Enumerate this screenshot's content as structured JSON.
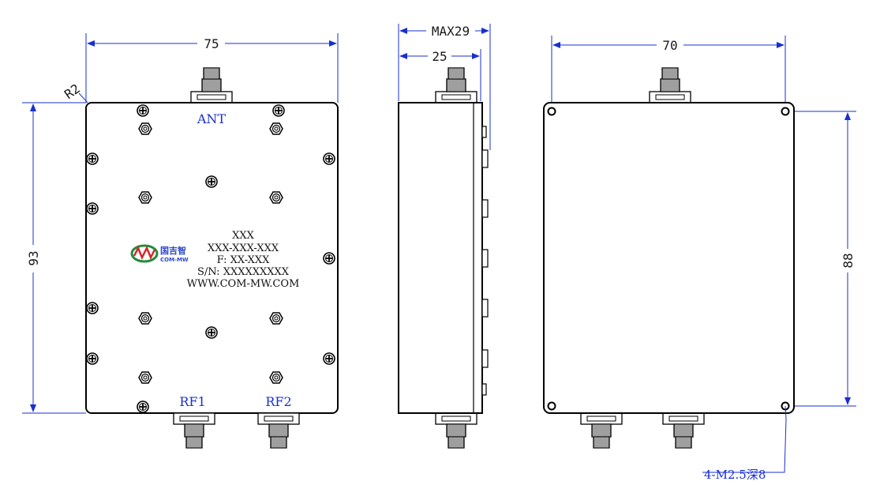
{
  "front_view": {
    "dims": {
      "width": "75",
      "height": "93",
      "corner_radius": "R2"
    },
    "ports": {
      "top": "ANT",
      "bottom_left": "RF1",
      "bottom_right": "RF2"
    },
    "label_block": {
      "line1": "XXX",
      "line2": "XXX-XXX-XXX",
      "line3": "F: XX-XXX",
      "line4": "S/N: XXXXXXXXX",
      "line5": "WWW.COM-MW.COM"
    },
    "logo": {
      "cn_text": "国吉智",
      "en_text": "COM-MW",
      "mark": "MW"
    }
  },
  "side_view": {
    "dims": {
      "max_depth": "MAX29",
      "body_depth": "25"
    }
  },
  "back_view": {
    "dims": {
      "width": "70",
      "height": "88"
    },
    "note": "4-M2.5深8"
  },
  "colors": {
    "outline": "#000000",
    "dimension": "#1a2fd0",
    "logo_red": "#d7262b",
    "logo_green": "#1f8f3a",
    "logo_blue": "#2f49c8"
  }
}
